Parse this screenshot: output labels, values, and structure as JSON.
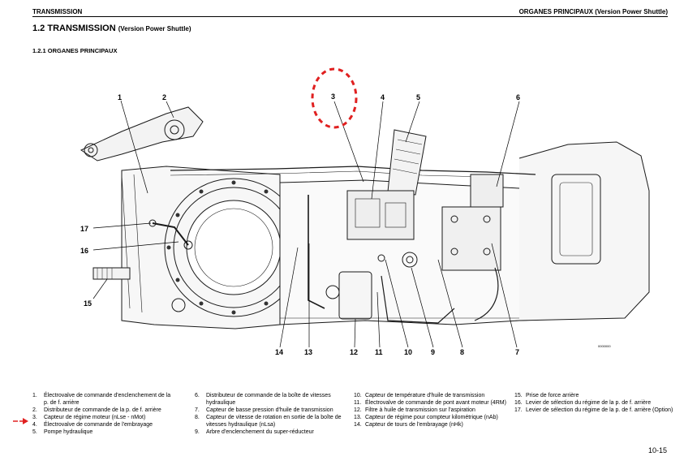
{
  "header": {
    "left": "TRANSMISSION",
    "right": "ORGANES PRINCIPAUX (Version Power Shuttle)"
  },
  "section": {
    "title": "1.2 TRANSMISSION",
    "title_suffix": "(Version Power Shuttle)"
  },
  "subsection": {
    "title": "1.2.1 ORGANES PRINCIPAUX"
  },
  "callouts": {
    "c1": "1",
    "c2": "2",
    "c3": "3",
    "c4": "4",
    "c5": "5",
    "c6": "6",
    "c7": "7",
    "c8": "8",
    "c9": "9",
    "c10": "10",
    "c11": "11",
    "c12": "12",
    "c13": "13",
    "c14": "14",
    "c15": "15",
    "c16": "16",
    "c17": "17"
  },
  "figure_ref": "0000000",
  "highlight": {
    "color": "#e02020",
    "target": "3"
  },
  "legend": {
    "col1": [
      {
        "num": "1.",
        "lines": [
          "Électrovalve de commande d'enclenchement de la",
          "p. de f. arrière"
        ]
      },
      {
        "num": "2.",
        "lines": [
          "Distributeur de commande de la p. de f. arrière"
        ]
      },
      {
        "num": "3.",
        "lines": [
          "Capteur de régime moteur (nLse - nMot)"
        ]
      },
      {
        "num": "4.",
        "lines": [
          "Électrovalve de commande de l'embrayage"
        ]
      },
      {
        "num": "5.",
        "lines": [
          "Pompe hydraulique"
        ]
      }
    ],
    "col2": [
      {
        "num": "6.",
        "lines": [
          "Distributeur de commande de la boîte de vitesses",
          "hydraulique"
        ]
      },
      {
        "num": "7.",
        "lines": [
          "Capteur de basse pression d'huile de transmission"
        ]
      },
      {
        "num": "8.",
        "lines": [
          "Capteur de vitesse de rotation en sortie de la boîte de",
          "vitesses hydraulique (nLsa)"
        ]
      },
      {
        "num": "9.",
        "lines": [
          "Arbre d'enclenchement du super-réducteur"
        ]
      }
    ],
    "col3": [
      {
        "num": "10.",
        "lines": [
          "Capteur de température d'huile de transmission"
        ]
      },
      {
        "num": "11.",
        "lines": [
          "Électrovalve de commande de pont avant moteur (4RM)"
        ]
      },
      {
        "num": "12.",
        "lines": [
          "Filtre à huile de transmission sur l'aspiration"
        ]
      },
      {
        "num": "13.",
        "lines": [
          "Capteur de régime pour compteur kilométrique (nAb)"
        ]
      },
      {
        "num": "14.",
        "lines": [
          "Capteur de tours de l'embrayage (nHk)"
        ]
      }
    ],
    "col4": [
      {
        "num": "15.",
        "lines": [
          "Prise de force arrière"
        ]
      },
      {
        "num": "16.",
        "lines": [
          "Levier de sélection du régime de la p. de f. arrière"
        ]
      },
      {
        "num": "17.",
        "lines": [
          "Levier de sélection du régime de la p. de f. arrière (Option)"
        ]
      }
    ]
  },
  "page_number": "10-15"
}
